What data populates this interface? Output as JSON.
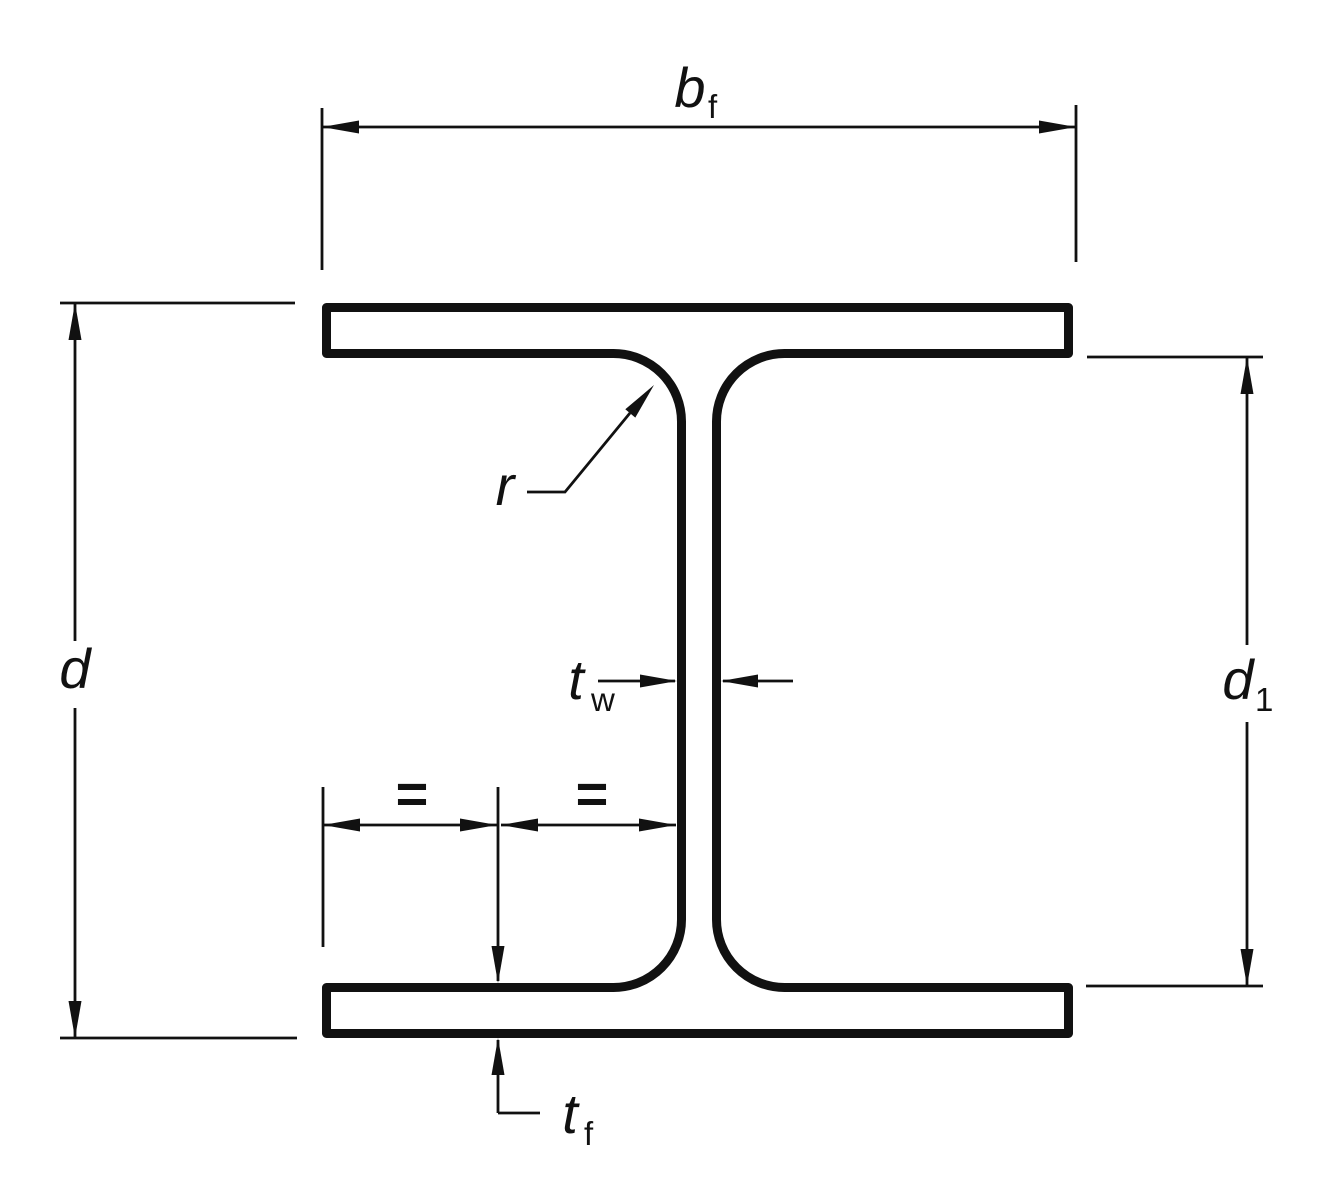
{
  "diagram": {
    "labels": {
      "flange_width": {
        "symbol": "b",
        "subscript": "f"
      },
      "overall_depth": {
        "symbol": "d"
      },
      "clear_web_depth": {
        "symbol": "d",
        "subscript": "1"
      },
      "web_thickness": {
        "symbol": "t",
        "subscript": "w"
      },
      "flange_thickness": {
        "symbol": "t",
        "subscript": "f"
      },
      "fillet_radius": {
        "symbol": "r"
      },
      "equal_left": "=",
      "equal_right": "="
    },
    "colors": {
      "line": "#111111",
      "background": "#ffffff"
    }
  }
}
